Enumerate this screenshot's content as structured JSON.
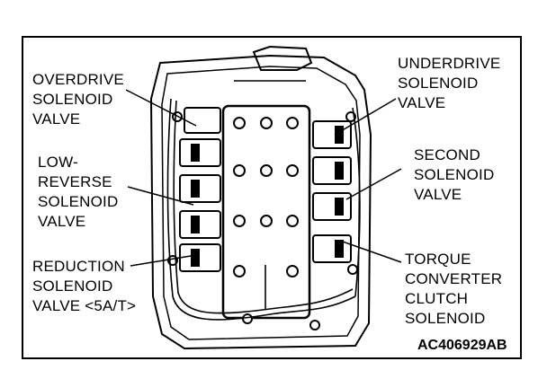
{
  "labels": {
    "overdrive": "OVERDRIVE\nSOLENOID\nVALVE",
    "underdrive": "UNDERDRIVE\nSOLENOID\nVALVE",
    "low_reverse": "LOW-\nREVERSE\nSOLENOID\nVALVE",
    "second": "SECOND\nSOLENOID\nVALVE",
    "torque_converter": "TORQUE\nCONVERTER\nCLUTCH\nSOLENOID",
    "reduction": "REDUCTION\nSOLENOID\nVALVE <5A/T>"
  },
  "figure_code": "AC406929AB"
}
